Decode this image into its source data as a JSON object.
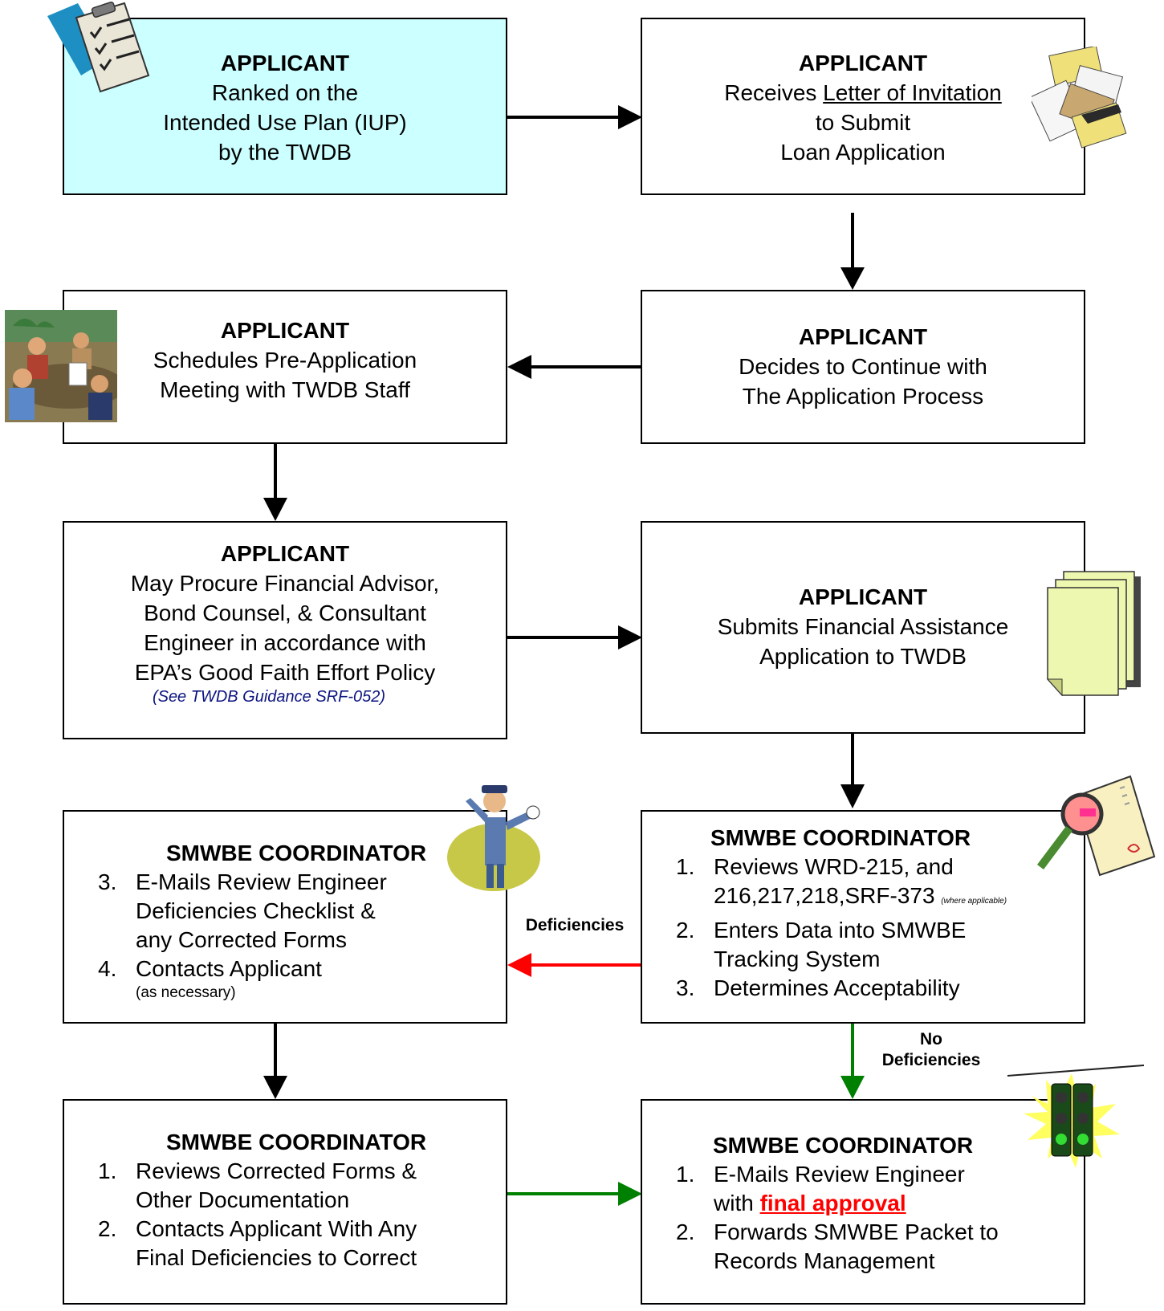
{
  "box1": {
    "title": "APPLICANT",
    "line1": "Ranked on the",
    "line2": "Intended Use Plan (IUP)",
    "line3": "by the TWDB"
  },
  "box2": {
    "title": "APPLICANT",
    "pre": "Receives ",
    "link": "Letter of Invitation",
    "line2": "to Submit",
    "line3": "Loan Application"
  },
  "box3": {
    "title": "APPLICANT",
    "line1": "Schedules Pre-Application",
    "line2": "Meeting with TWDB Staff"
  },
  "box4": {
    "title": "APPLICANT",
    "line1": "Decides to Continue with",
    "line2": "The Application Process"
  },
  "box5": {
    "title": "APPLICANT",
    "line1": "May Procure Financial Advisor,",
    "line2": "Bond Counsel, & Consultant",
    "line3": "Engineer in accordance with",
    "line4": "EPA’s Good Faith Effort Policy",
    "note": "(See TWDB Guidance SRF-052)"
  },
  "box6": {
    "title": "APPLICANT",
    "line1": "Submits Financial Assistance",
    "line2": "Application to TWDB"
  },
  "box7": {
    "title": "SMWBE COORDINATOR",
    "item3_num": "3.",
    "item3_l1": "E-Mails Review Engineer",
    "item3_l2": "Deficiencies Checklist &",
    "item3_l3": "any Corrected Forms",
    "item4_num": "4.",
    "item4_l1": "Contacts Applicant",
    "item4_note": "(as necessary)"
  },
  "box8": {
    "title": "SMWBE COORDINATOR",
    "item1_num": "1.",
    "item1_l1": "Reviews WRD-215, and",
    "item1_l2": "216,217,218,SRF-373 ",
    "item1_note": "(where applicable)",
    "item2_num": "2.",
    "item2_l1": "Enters Data into SMWBE",
    "item2_l2": "Tracking System",
    "item3_num": "3.",
    "item3_l1": "Determines Acceptability"
  },
  "box9": {
    "title": "SMWBE COORDINATOR",
    "item1_num": "1.",
    "item1_l1": "Reviews Corrected Forms &",
    "item1_l2": "Other Documentation",
    "item2_num": "2.",
    "item2_l1": "Contacts Applicant With Any",
    "item2_l2": "Final Deficiencies to Correct"
  },
  "box10": {
    "title": "SMWBE COORDINATOR",
    "item1_num": "1.",
    "item1_l1": "E-Mails Review Engineer",
    "item1_pre": "with ",
    "item1_final": "final approval",
    "item2_num": "2.",
    "item2_l1": "Forwards SMWBE Packet to",
    "item2_l2": "Records Management"
  },
  "labels": {
    "deficiencies": "Deficiencies",
    "no_def_1": "No",
    "no_def_2": "Deficiencies"
  },
  "colors": {
    "start_fill": "#ccffff",
    "deficiency_arrow": "#ff0000",
    "ok_arrow": "#008000",
    "note_text": "#0d1480"
  },
  "icons": [
    "clipboard-icon",
    "envelopes-icon",
    "meeting-icon",
    "documents-icon",
    "police-officer-icon",
    "magnifier-icon",
    "traffic-light-icon"
  ]
}
